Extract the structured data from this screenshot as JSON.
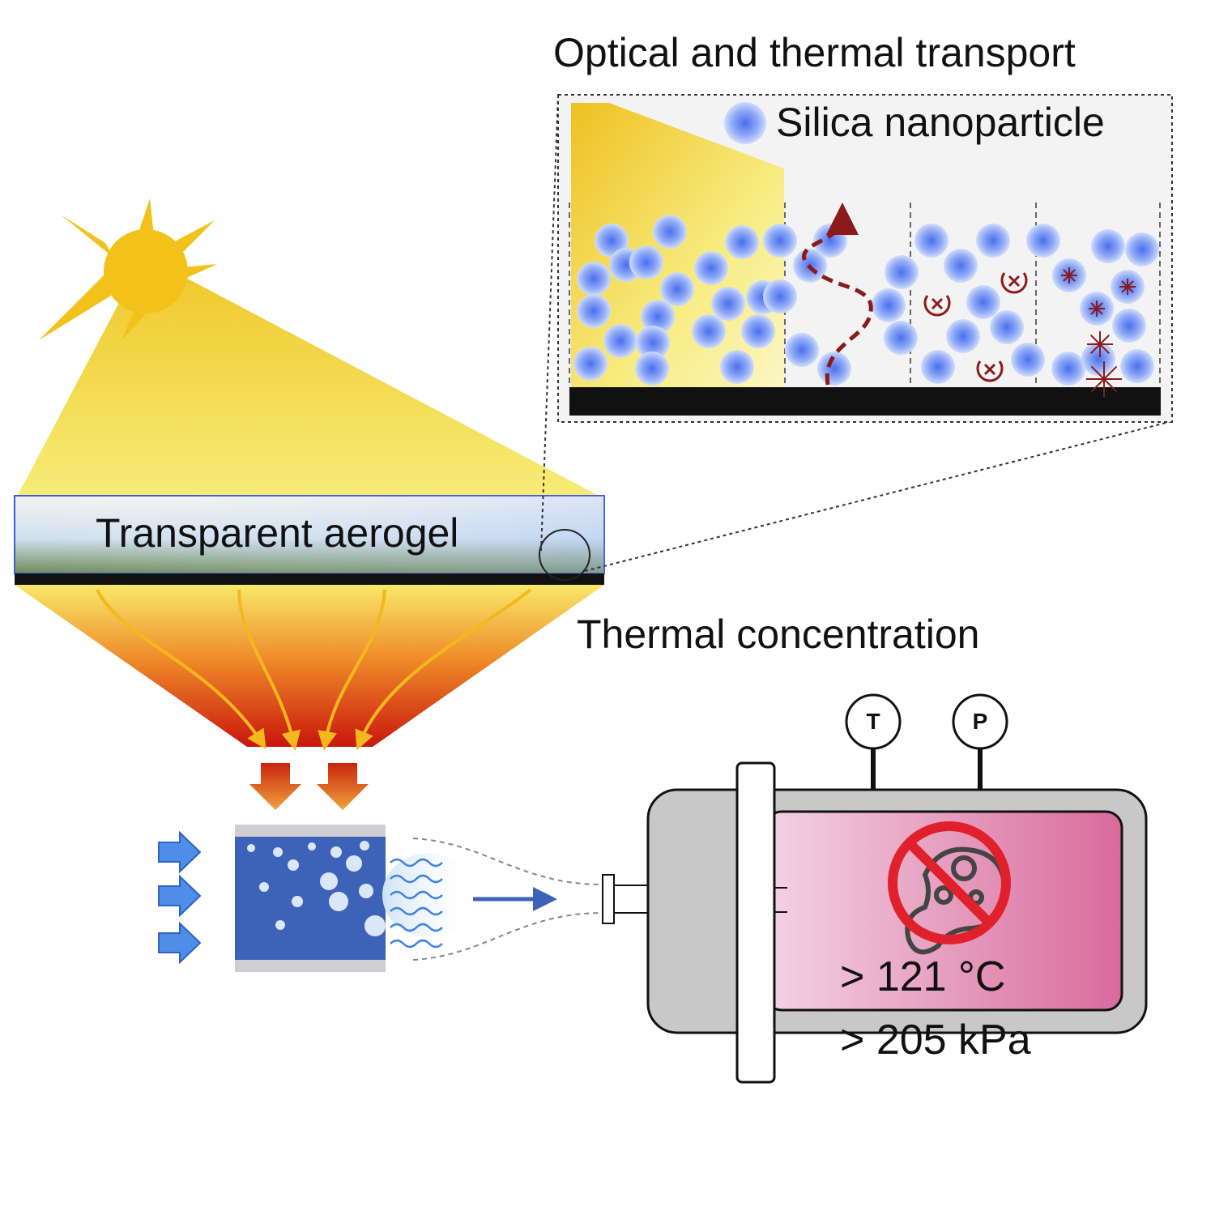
{
  "labels": {
    "optical_thermal": "Optical and thermal transport",
    "silica": "Silica nanoparticle",
    "aerogel": "Transparent aerogel",
    "thermal_concentration": "Thermal concentration",
    "temperature": "> 121 °C",
    "pressure": "> 205 kPa",
    "gauge_t": "T",
    "gauge_p": "P"
  },
  "colors": {
    "sun": "#f2c21b",
    "beam_yellow": "#f6e24a",
    "aerogel_border": "#3b5bd8",
    "particle": "#4f74f0",
    "heat_red": "#d3240f",
    "water_blue": "#3d63b8",
    "chamber_gray": "#c8c8c8",
    "chamber_pink": "#e07aa8",
    "prohibit_red": "#e0202a",
    "path_dark_red": "#8b1a1a"
  },
  "icons": [
    "sun-icon",
    "heat-arrow-icon",
    "input-arrow-icon",
    "bacteria-prohibited-icon",
    "gauge-icon"
  ]
}
